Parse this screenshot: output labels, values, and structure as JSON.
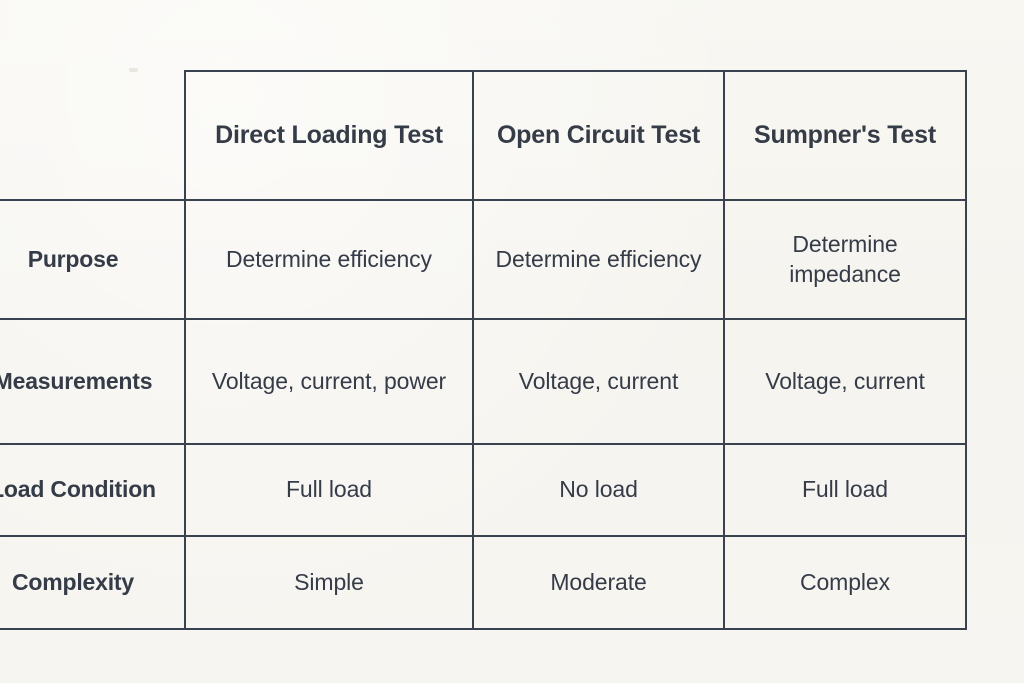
{
  "theme": {
    "background": "#f7f6f1",
    "text": "#353c48",
    "border": "#3a4250"
  },
  "table": {
    "corner_label": "",
    "column_headers": [
      "Direct Loading Test",
      "Open Circuit Test",
      "Sumpner's Test"
    ],
    "row_labels": [
      "Purpose",
      "Measurements",
      "Load Condition",
      "Complexity"
    ],
    "rows": [
      {
        "label": "Purpose",
        "cells": [
          "Determine efficiency",
          "Determine efficiency",
          "Determine impedance"
        ]
      },
      {
        "label": "Measurements",
        "cells": [
          "Voltage, current, power",
          "Voltage, current",
          "Voltage, current"
        ]
      },
      {
        "label": "Load Condition",
        "cells": [
          "Full load",
          "No load",
          "Full load"
        ]
      },
      {
        "label": "Complexity",
        "cells": [
          "Simple",
          "Moderate",
          "Complex"
        ]
      }
    ]
  }
}
